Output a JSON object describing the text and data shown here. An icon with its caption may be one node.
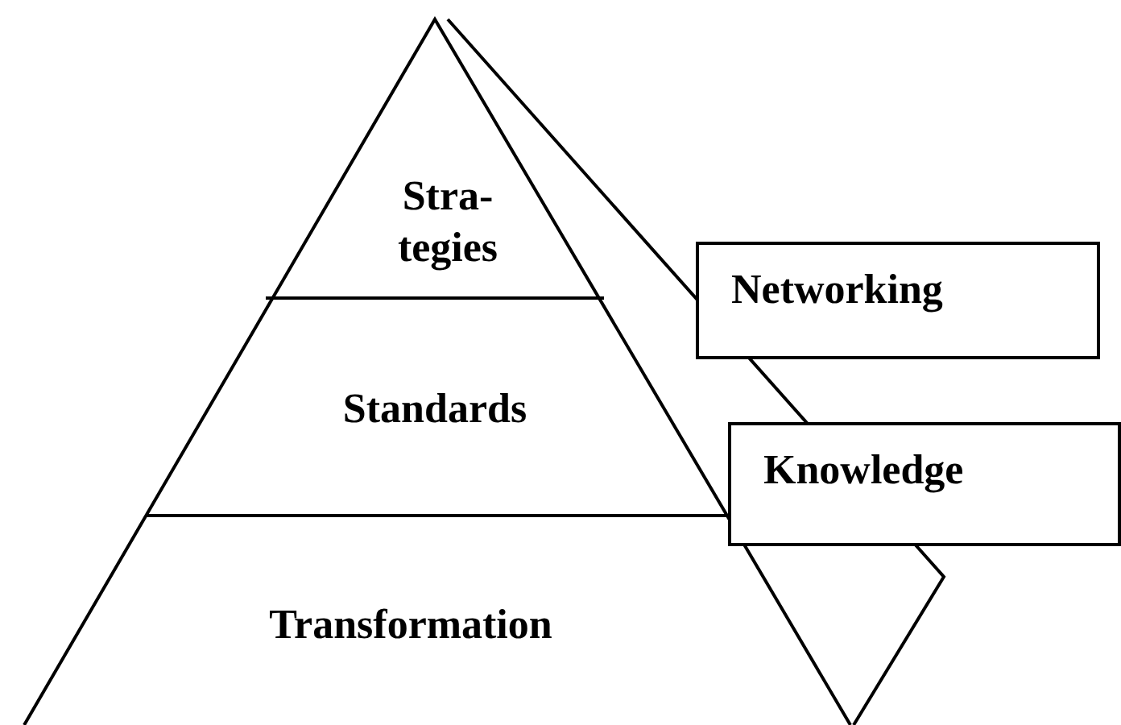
{
  "diagram": {
    "nodes": [
      {
        "text": [
          "Stra- tegies"
        ]
      },
      {
        "text": [
          "Standards"
        ]
      },
      {
        "text": [
          "Transformation"
        ]
      },
      {
        "text": [
          "Networking"
        ]
      },
      {
        "text": [
          "Knowledge"
        ]
      }
    ]
  }
}
